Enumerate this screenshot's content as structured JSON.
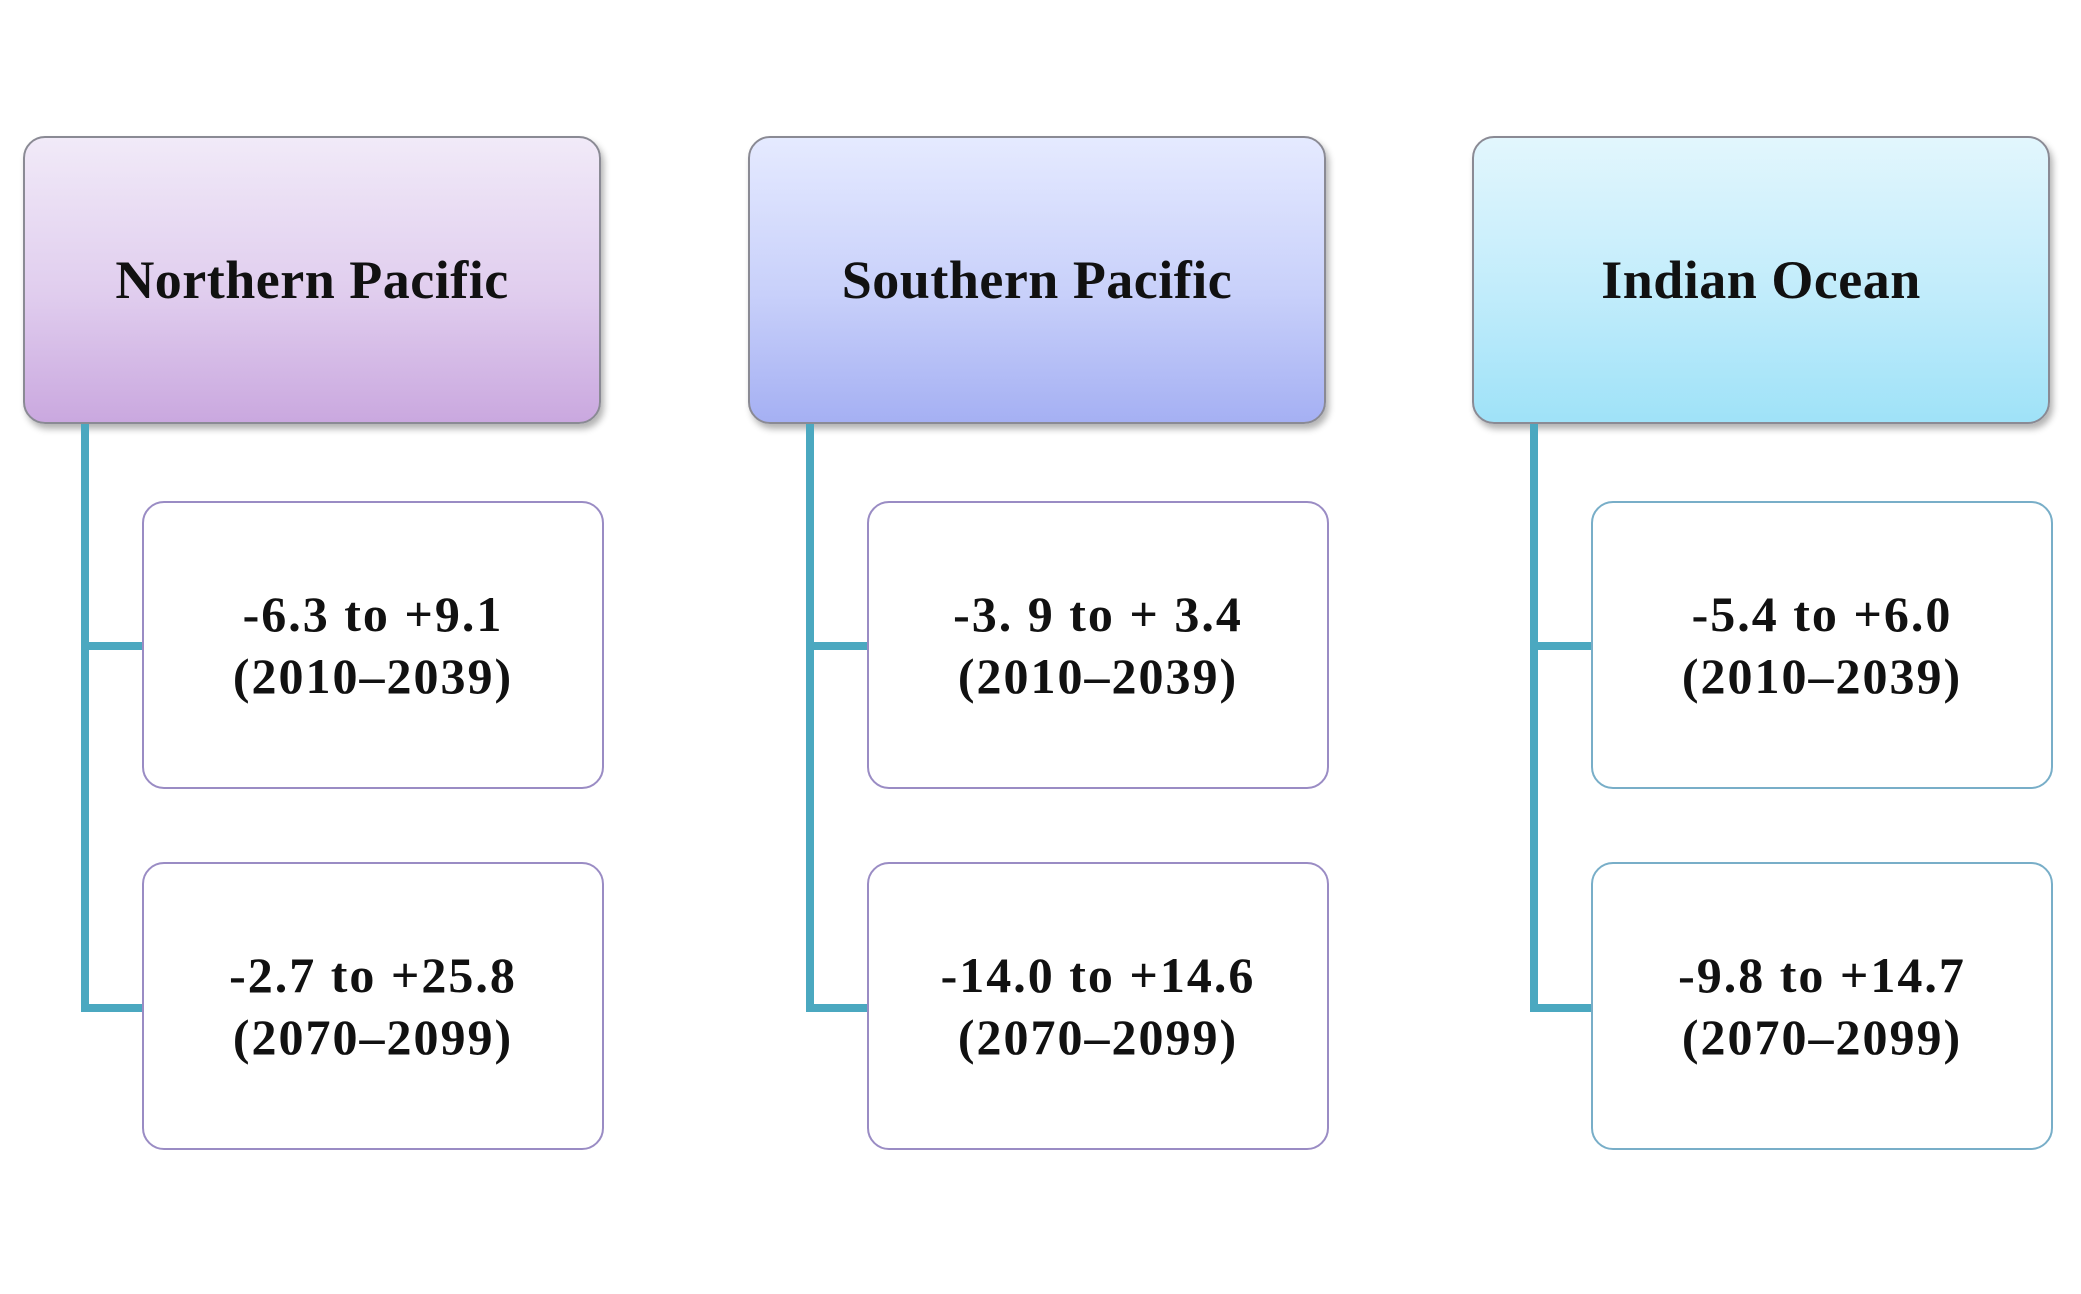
{
  "diagram": {
    "columns": [
      {
        "title": "Northern Pacific",
        "items": [
          {
            "range": "-6.3 to +9.1",
            "period": "(2010–2039)"
          },
          {
            "range": "-2.7 to +25.8",
            "period": "(2070–2099)"
          }
        ]
      },
      {
        "title": "Southern Pacific",
        "items": [
          {
            "range": "-3. 9 to + 3.4",
            "period": "(2010–2039)"
          },
          {
            "range": "-14.0 to +14.6",
            "period": "(2070–2099)"
          }
        ]
      },
      {
        "title": "Indian Ocean",
        "items": [
          {
            "range": "-5.4 to +6.0",
            "period": "(2010–2039)"
          },
          {
            "range": "-9.8 to +14.7",
            "period": "(2070–2099)"
          }
        ]
      }
    ]
  },
  "colors": {
    "connector": "#4ba8c0",
    "northern_pacific_header": "#caa8df",
    "southern_pacific_header": "#a5b0f3",
    "indian_ocean_header": "#9fe2f8"
  }
}
